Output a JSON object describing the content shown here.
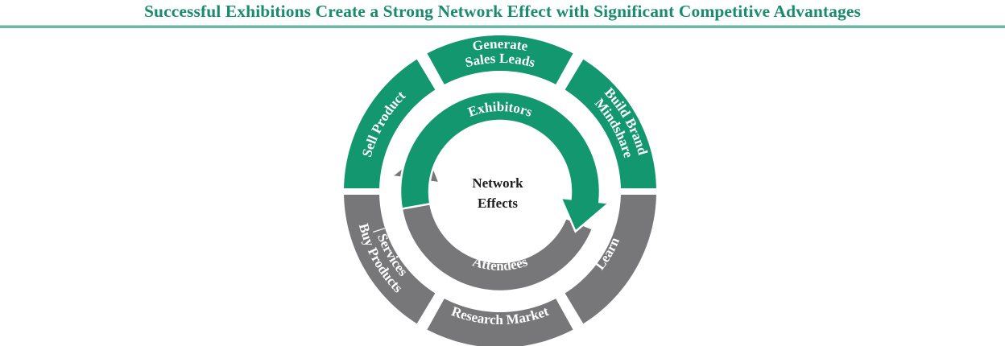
{
  "title": "Successful Exhibitions Create a Strong Network Effect with Significant Competitive Advantages",
  "colors": {
    "green": "#12976f",
    "gray": "#77777a",
    "title": "#1a8c6e",
    "center_text": "#1e1e1e"
  },
  "center": {
    "line1": "Network",
    "line2": "Effects"
  },
  "inner_arrows": {
    "top": {
      "label": "Exhibitors",
      "color_key": "green"
    },
    "bottom": {
      "label": "Attendees",
      "color_key": "gray"
    }
  },
  "outer_segments": [
    {
      "id": "sell-product",
      "lines": [
        "Sell Product"
      ],
      "group": "exhibitors"
    },
    {
      "id": "generate-sales-leads",
      "lines": [
        "Generate",
        "Sales Leads"
      ],
      "group": "exhibitors"
    },
    {
      "id": "build-brand-mindshare",
      "lines": [
        "Build Brand",
        "Mindshare"
      ],
      "group": "exhibitors"
    },
    {
      "id": "learn",
      "lines": [
        "Learn"
      ],
      "group": "attendees"
    },
    {
      "id": "research-market",
      "lines": [
        "Research Market"
      ],
      "group": "attendees"
    },
    {
      "id": "buy-products-services",
      "lines": [
        "Buy Products",
        "| Services"
      ],
      "group": "attendees"
    }
  ]
}
